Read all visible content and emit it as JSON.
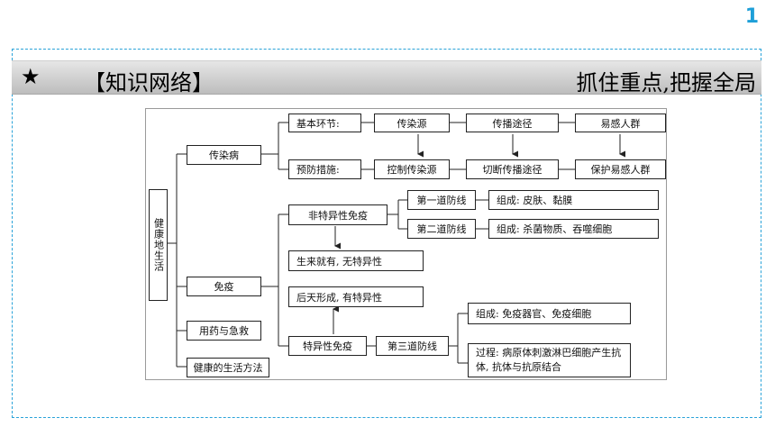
{
  "page_number": "1",
  "banner": {
    "star": "★",
    "title": "【知识网络】",
    "slogan": "抓住重点,把握全局"
  },
  "diagram": {
    "root": "健康地生活",
    "infectious": {
      "label": "传染病",
      "basic_label": "基本环节:",
      "basic": [
        "传染源",
        "传播途径",
        "易感人群"
      ],
      "prevent_label": "预防措施:",
      "prevent": [
        "控制传染源",
        "切断传播途径",
        "保护易感人群"
      ]
    },
    "immunity": {
      "label": "免疫",
      "nonspecific": "非特异性免疫",
      "line1": "第一道防线",
      "line1_comp": "组成: 皮肤、黏膜",
      "line2": "第二道防线",
      "line2_comp": "组成: 杀菌物质、吞噬细胞",
      "innate": "生来就有, 无特异性",
      "acquired": "后天形成, 有特异性",
      "specific": "特异性免疫",
      "line3": "第三道防线",
      "line3_comp": "组成: 免疫器官、免疫细胞",
      "line3_process": "过程: 病原体刺激淋巴细胞产生抗体, 抗体与抗原结合"
    },
    "medicine": "用药与急救",
    "lifestyle": "健康的生活方法"
  }
}
